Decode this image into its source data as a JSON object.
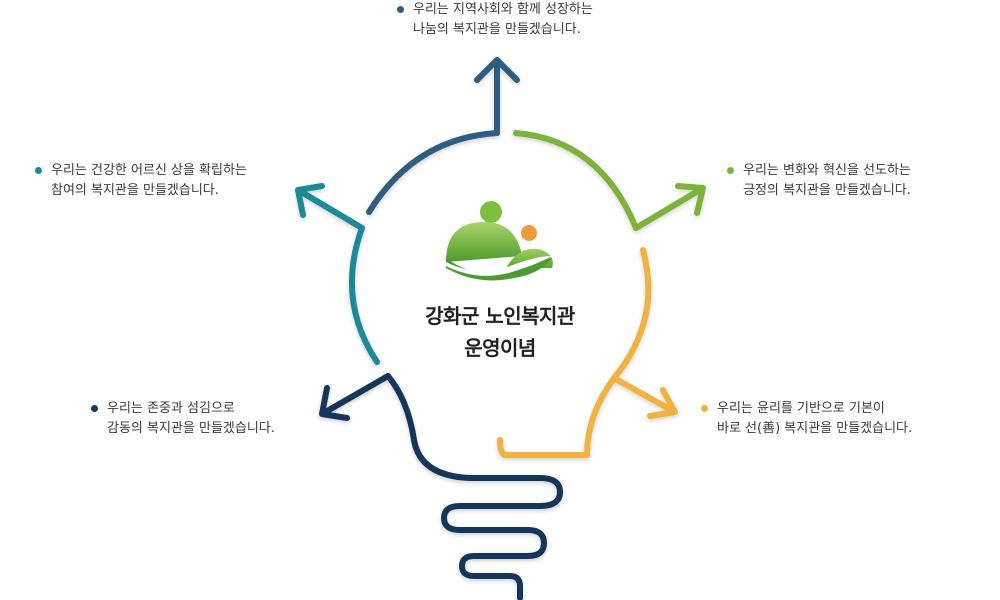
{
  "colors": {
    "top": "#2f5d82",
    "topleft": "#1a8a96",
    "topright": "#7bb33a",
    "left": "#15355a",
    "right": "#f0b23f",
    "base": "#15355a"
  },
  "center": {
    "title_line1": "강화군 노인복지관",
    "title_line2": "운영이념"
  },
  "items": {
    "top": {
      "line1": "우리는 지역사회와 함께 성장하는",
      "line2": "나눔의 복지관을 만들겠습니다."
    },
    "topleft": {
      "line1": "우리는 건강한 어르신 상을 확립하는",
      "line2": "참여의 복지관을 만들겠습니다."
    },
    "topright": {
      "line1": "우리는 변화와 혁신을 선도하는",
      "line2": "긍정의 복지관을 만들겠습니다."
    },
    "left": {
      "line1": "우리는 존중과 섬김으로",
      "line2": "감동의 복지관을 만들겠습니다."
    },
    "right": {
      "line1": "우리는 윤리를 기반으로 기본이",
      "line2": "바로 선(善) 복지관을 만들겠습니다."
    }
  }
}
